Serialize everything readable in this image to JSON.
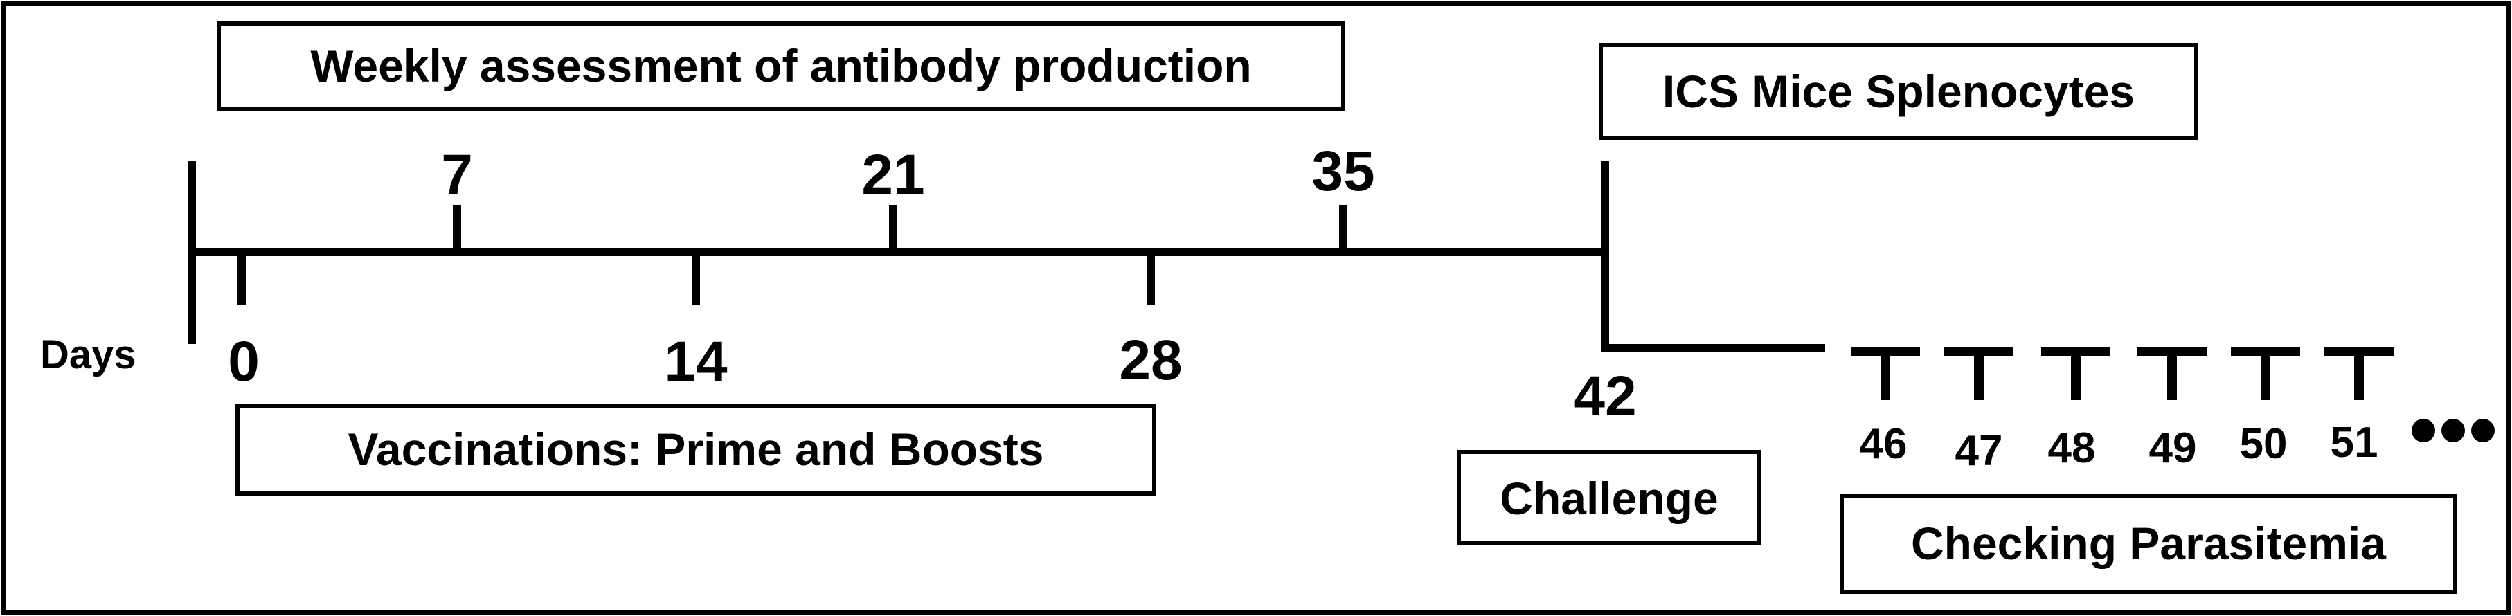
{
  "axis_label": "Days",
  "vaccination_days": [
    "0",
    "14",
    "28"
  ],
  "assessment_days": [
    "7",
    "21",
    "35"
  ],
  "challenge_day": "42",
  "parasitemia_days": [
    "46",
    "47",
    "48",
    "49",
    "50",
    "51"
  ],
  "boxes": {
    "weekly_assessment": "Weekly assessment of antibody production",
    "vaccinations": "Vaccinations: Prime and Boosts",
    "ics": "ICS Mice Splenocytes",
    "challenge": "Challenge",
    "parasitemia": "Checking Parasitemia"
  },
  "colors": {
    "ink": "#000000",
    "background": "#ffffff"
  }
}
